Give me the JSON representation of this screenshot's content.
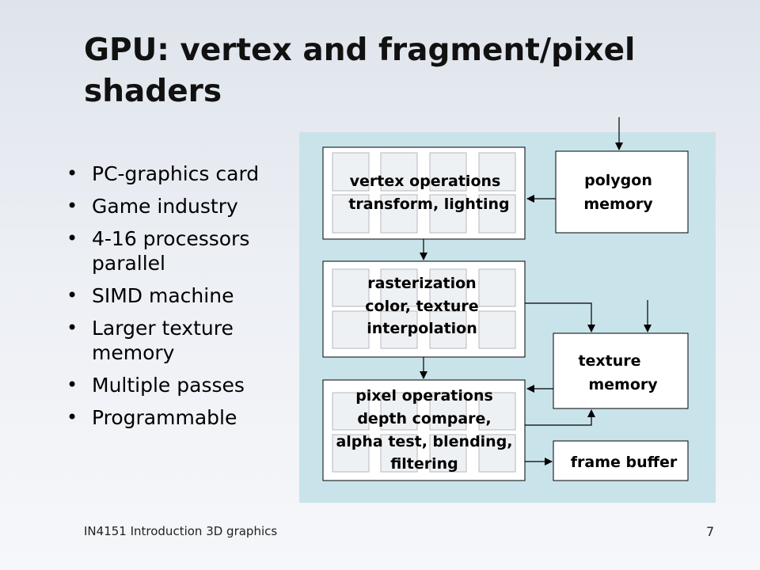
{
  "slide": {
    "title": "GPU: vertex and fragment/pixel shaders",
    "bullets": [
      "PC-graphics card",
      "Game industry",
      "4-16 processors parallel",
      "SIMD machine",
      "Larger texture memory",
      "Multiple passes",
      "Programmable"
    ],
    "footer": "IN4151  Introduction 3D graphics",
    "page_number": "7"
  },
  "diagram": {
    "vertex_box": {
      "line1": "vertex operations",
      "line2": "transform, lighting"
    },
    "raster_box": {
      "line1": "rasterization",
      "line2": "color, texture",
      "line3": "interpolation"
    },
    "pixel_box": {
      "line1": "pixel operations",
      "line2": "depth compare,",
      "line3": "alpha test, blending,",
      "line4": "filtering"
    },
    "polygon_box": {
      "line1": "polygon",
      "line2": "memory"
    },
    "texture_box": {
      "line1": "texture",
      "line2": "memory"
    },
    "frame_box": {
      "line1": "frame buffer"
    },
    "colors": {
      "panel": "#c9e3ea",
      "box_fill": "#ffffff",
      "cell_fill": "#eef1f4",
      "stroke": "#000000"
    }
  }
}
